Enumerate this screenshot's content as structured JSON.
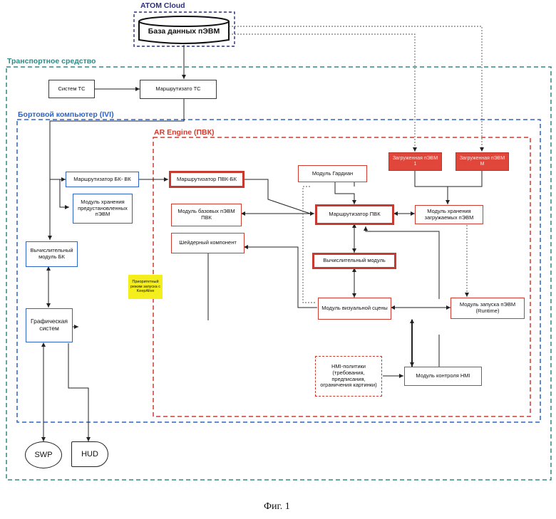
{
  "regions": {
    "cloud": "ATOM Cloud",
    "vehicle": "Транспортное средство",
    "ivi": "Бортовой компьютер (IVI)",
    "ar_engine": "AR Engine (ПВК)"
  },
  "nodes": {
    "db": "База данных пЭВМ",
    "vehicle_systems": "Систем ТС",
    "vehicle_router": "Маршрутизато ТС",
    "router_bk_vk": "Маршрутизатор БК- ВК",
    "preinstalled_storage": "Модуль хранения предустановленных пЭВМ",
    "compute_bk": "Вычислительный модуль БК",
    "graphics_system": "Графическая систем",
    "router_pvk_bk": "Маршрутизатор ПВК-БК",
    "base_modules": "Модуль базовых пЭВМ ПВК",
    "shader": "Шейдерный компонент",
    "keepalive_note": "Приоритетный режим запуска с KeepAlive",
    "guardian": "Модуль Гардиан",
    "router_pvk": "Маршрутизатор ПВК",
    "compute_module": "Вычислительный модуль",
    "visual_scene": "Модуль визуальной сцены",
    "hmi_policies": "HMI-политики (требования, предписания, ограничения картинки)",
    "hmi_control": "Модуль контроля HMI",
    "loaded_1": "Загруженная пЭВМ 1",
    "loaded_m": "Загруженная пЭВМ M",
    "loaded_storage": "Модуль хранения загружаемых пЭВМ",
    "launch_module": "Модуль запуска пЭВМ (Runtime)",
    "swp": "SWP",
    "hud": "HUD"
  },
  "caption": "Фиг. 1",
  "colors": {
    "cloud_border": "#2d2e7a",
    "vehicle_border": "#2e8a86",
    "ivi_border": "#2c63c8",
    "ar_engine_border": "#d23a2e",
    "loaded_fill": "#e0463a",
    "note_fill": "#f4ee1c"
  }
}
